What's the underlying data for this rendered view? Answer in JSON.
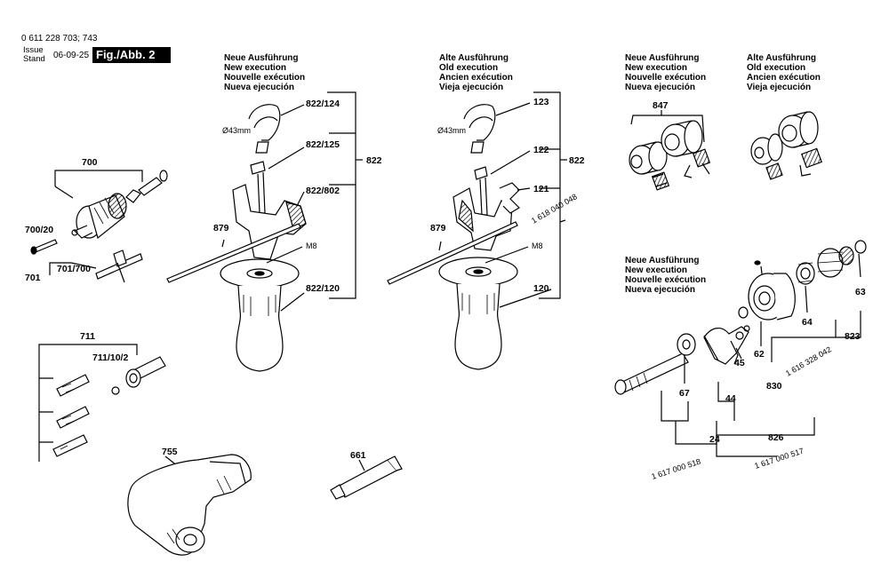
{
  "doc": {
    "part_numbers": "0 611 228 703; 743",
    "issue_label": "Issue",
    "stand_label": "Stand",
    "date": "06-09-25",
    "fig_label": "Fig./Abb. 2"
  },
  "headers": {
    "new": [
      "Neue Ausführung",
      "New execution",
      "Nouvelle exécution",
      "Nueva ejecución"
    ],
    "old": [
      "Alte Ausführung",
      "Old execution",
      "Ancien exécution",
      "Vieja ejecución"
    ]
  },
  "labels": {
    "l700": "700",
    "l700_20": "700/20",
    "l701": "701",
    "l701_700": "701/700",
    "l711": "711",
    "l711_10_2": "711/10/2",
    "l755": "755",
    "l661": "661",
    "l879a": "879",
    "l822_124": "822/124",
    "l822_125": "822/125",
    "l822_802": "822/802",
    "l822_120": "822/120",
    "l822a": "822",
    "d43a": "Ø43mm",
    "m8a": "M8",
    "l879b": "879",
    "l123": "123",
    "l122": "122",
    "l121": "121",
    "l120": "120",
    "l822b": "822",
    "d43b": "Ø43mm",
    "m8b": "M8",
    "pn_1618": "1 618 040 048",
    "l847": "847",
    "l63": "63",
    "l64": "64",
    "l62": "62",
    "l45": "45",
    "l67": "67",
    "l44": "44",
    "l830": "830",
    "l823": "823",
    "pn_1616": "1 616 328 042",
    "l826": "826",
    "l24": "24",
    "pn_1617_518": "1 617 000 518",
    "pn_1617_517": "1 617 000 517"
  }
}
